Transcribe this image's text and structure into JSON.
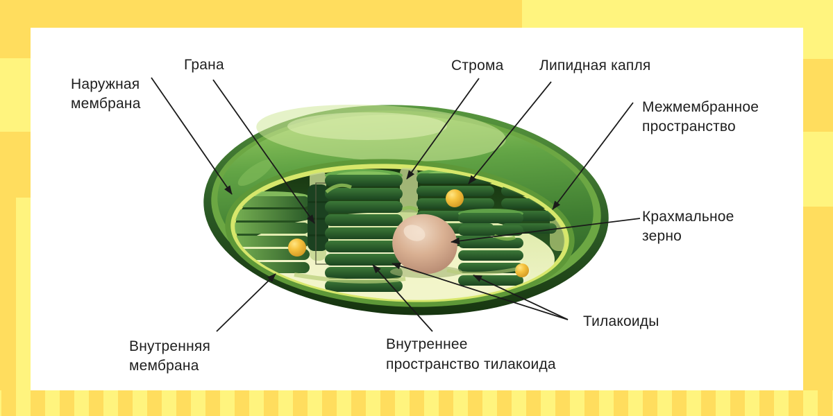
{
  "palette": {
    "bg_dark_yellow": "#FFDD5E",
    "bg_light_yellow": "#FFF47E",
    "card_bg": "#FFFFFF",
    "label_color": "#1E1E1E",
    "arrow_color": "#1A1A1A",
    "outer_membrane_green": "#1B3F17",
    "dome_green": "#4D8C38",
    "intermembrane_green": "#6CA743",
    "inner_membrane_yellow_green": "#D7E76B",
    "stroma_pale": "#F3F6CE",
    "granum_disk_green": "#2E6130",
    "starch_tan": "#D9B092",
    "lipid_gold": "#F6C33F"
  },
  "diagram": {
    "labels": [
      {
        "id": "grana",
        "text": "Грана"
      },
      {
        "id": "outer-membrane",
        "text": "Наружная\nмембрана"
      },
      {
        "id": "stroma",
        "text": "Строма"
      },
      {
        "id": "lipid-droplet",
        "text": "Липидная капля"
      },
      {
        "id": "intermembrane-space",
        "text": "Межмембранное\nпространство"
      },
      {
        "id": "starch-grain",
        "text": "Крахмальное\nзерно"
      },
      {
        "id": "thylakoids",
        "text": "Тилакоиды"
      },
      {
        "id": "inner-membrane",
        "text": "Внутренняя\nмембрана"
      },
      {
        "id": "thylakoid-inner-space",
        "text": "Внутреннее\nпространство тилакоида"
      }
    ]
  }
}
